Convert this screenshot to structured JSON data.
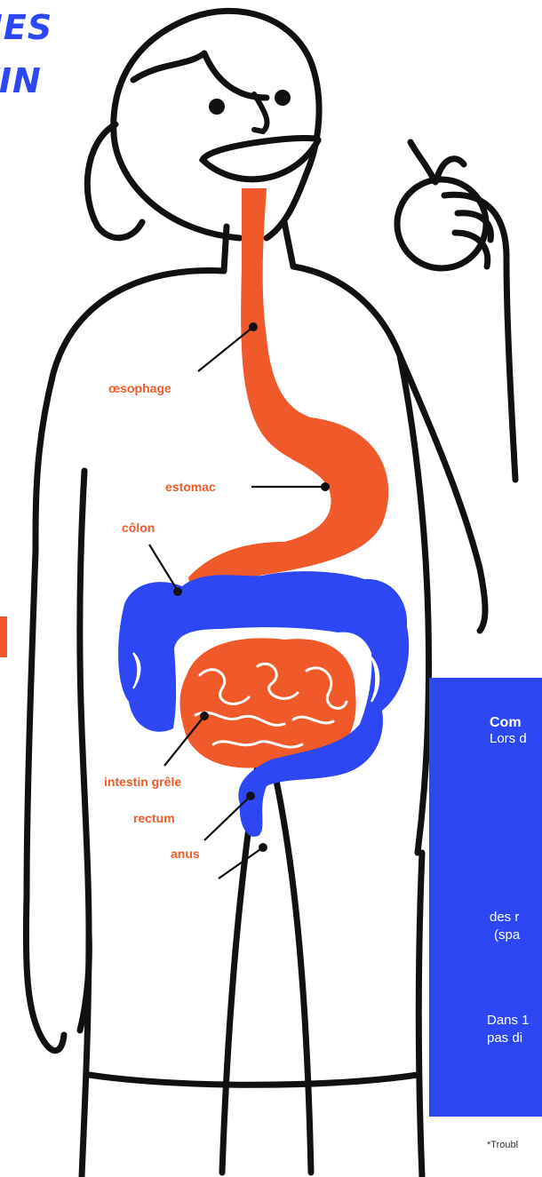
{
  "heading": {
    "line1": "UES",
    "line2": "TIN"
  },
  "labels": {
    "oesophage": "œsophage",
    "estomac": "estomac",
    "colon": "côlon",
    "intestin": "intestin grêle",
    "rectum": "rectum",
    "anus": "anus"
  },
  "panel": {
    "heading": "Com",
    "line1": "Lors d",
    "line2": "des r",
    "line3": "(spa",
    "line4": "Dans 1",
    "line5": "pas di"
  },
  "footnote": "*Troubl",
  "colors": {
    "blue": "#2d47f5",
    "orange": "#f0592a",
    "ink": "#111111"
  }
}
